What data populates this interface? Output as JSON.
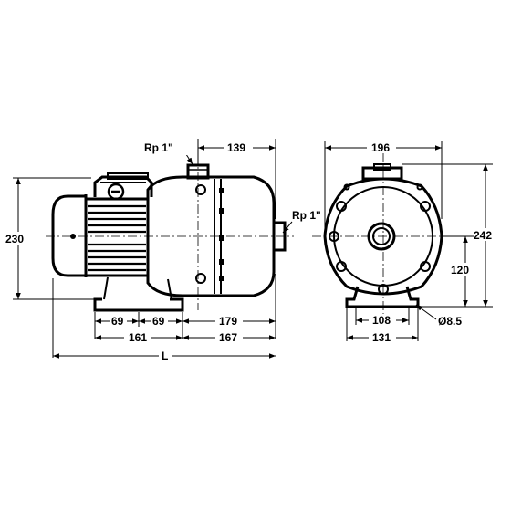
{
  "labels": {
    "rp_top": "Rp 1\"",
    "rp_side": "Rp 1\"",
    "d139": "139",
    "d196": "196",
    "d230": "230",
    "d242": "242",
    "d120": "120",
    "d69a": "69",
    "d69b": "69",
    "d179": "179",
    "d161": "161",
    "d167": "167",
    "dL": "L",
    "d108": "108",
    "d131": "131",
    "hole": "Ø8.5"
  }
}
